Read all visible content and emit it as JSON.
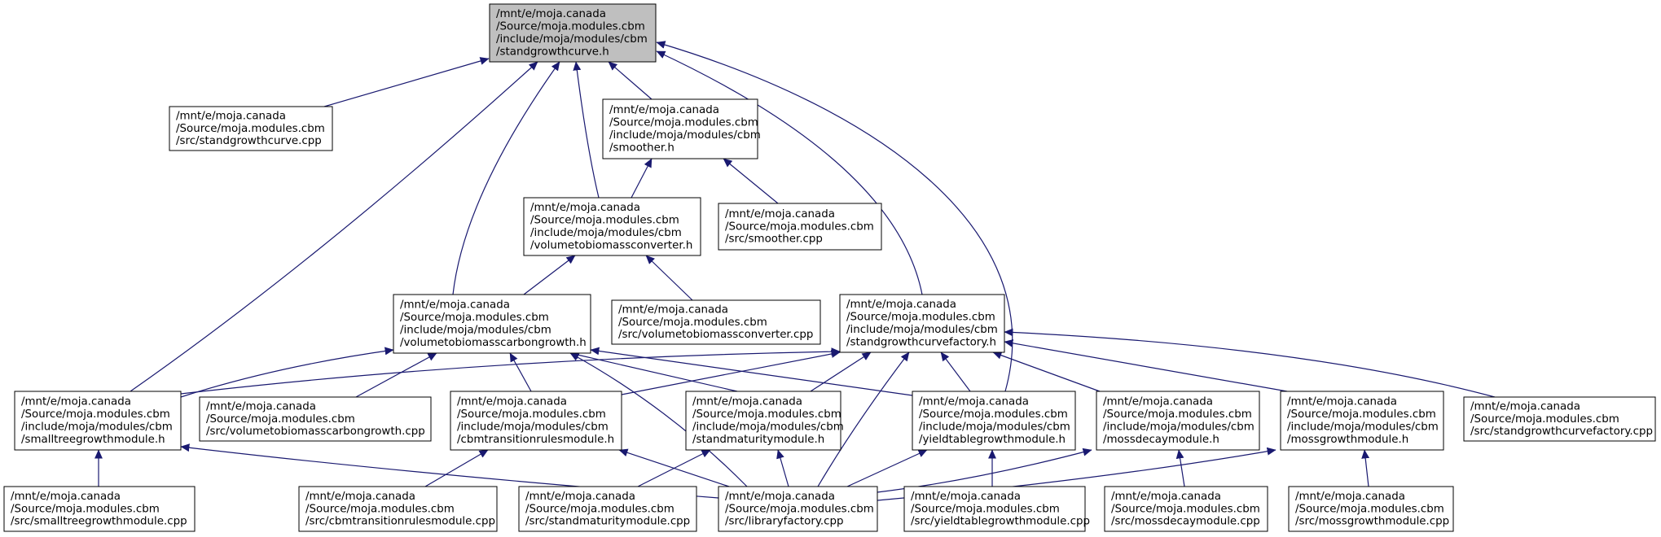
{
  "colors": {
    "edge": "#191970",
    "node_fill": "#ffffff",
    "highlight_fill": "#bfbfbf",
    "border": "#000000",
    "text": "#000000"
  },
  "nodes": [
    {
      "id": "standgrowthcurve_h",
      "highlight": true,
      "lines": [
        "/mnt/e/moja.canada",
        "/Source/moja.modules.cbm",
        "/include/moja/modules/cbm",
        "/standgrowthcurve.h"
      ]
    },
    {
      "id": "standgrowthcurve_cpp",
      "lines": [
        "/mnt/e/moja.canada",
        "/Source/moja.modules.cbm",
        "/src/standgrowthcurve.cpp"
      ]
    },
    {
      "id": "smoother_h",
      "lines": [
        "/mnt/e/moja.canada",
        "/Source/moja.modules.cbm",
        "/include/moja/modules/cbm",
        "/smoother.h"
      ]
    },
    {
      "id": "volumetobiomassconverter_h",
      "lines": [
        "/mnt/e/moja.canada",
        "/Source/moja.modules.cbm",
        "/include/moja/modules/cbm",
        "/volumetobiomassconverter.h"
      ]
    },
    {
      "id": "smoother_cpp",
      "lines": [
        "/mnt/e/moja.canada",
        "/Source/moja.modules.cbm",
        "/src/smoother.cpp"
      ]
    },
    {
      "id": "volumetobiomasscarbongrowth_h",
      "lines": [
        "/mnt/e/moja.canada",
        "/Source/moja.modules.cbm",
        "/include/moja/modules/cbm",
        "/volumetobiomasscarbongrowth.h"
      ]
    },
    {
      "id": "volumetobiomassconverter_cpp",
      "lines": [
        "/mnt/e/moja.canada",
        "/Source/moja.modules.cbm",
        "/src/volumetobiomassconverter.cpp"
      ]
    },
    {
      "id": "standgrowthcurvefactory_h",
      "lines": [
        "/mnt/e/moja.canada",
        "/Source/moja.modules.cbm",
        "/include/moja/modules/cbm",
        "/standgrowthcurvefactory.h"
      ]
    },
    {
      "id": "smalltreegrowthmodule_h",
      "lines": [
        "/mnt/e/moja.canada",
        "/Source/moja.modules.cbm",
        "/include/moja/modules/cbm",
        "/smalltreegrowthmodule.h"
      ]
    },
    {
      "id": "volumetobiomasscarbongrowth_cpp",
      "lines": [
        "/mnt/e/moja.canada",
        "/Source/moja.modules.cbm",
        "/src/volumetobiomasscarbongrowth.cpp"
      ]
    },
    {
      "id": "cbmtransitionrulesmodule_h",
      "lines": [
        "/mnt/e/moja.canada",
        "/Source/moja.modules.cbm",
        "/include/moja/modules/cbm",
        "/cbmtransitionrulesmodule.h"
      ]
    },
    {
      "id": "standmaturitymodule_h",
      "lines": [
        "/mnt/e/moja.canada",
        "/Source/moja.modules.cbm",
        "/include/moja/modules/cbm",
        "/standmaturitymodule.h"
      ]
    },
    {
      "id": "yieldtablegrowthmodule_h",
      "lines": [
        "/mnt/e/moja.canada",
        "/Source/moja.modules.cbm",
        "/include/moja/modules/cbm",
        "/yieldtablegrowthmodule.h"
      ]
    },
    {
      "id": "mossdecaymodule_h",
      "lines": [
        "/mnt/e/moja.canada",
        "/Source/moja.modules.cbm",
        "/include/moja/modules/cbm",
        "/mossdecaymodule.h"
      ]
    },
    {
      "id": "mossgrowthmodule_h",
      "lines": [
        "/mnt/e/moja.canada",
        "/Source/moja.modules.cbm",
        "/include/moja/modules/cbm",
        "/mossgrowthmodule.h"
      ]
    },
    {
      "id": "standgrowthcurvefactory_cpp",
      "lines": [
        "/mnt/e/moja.canada",
        "/Source/moja.modules.cbm",
        "/src/standgrowthcurvefactory.cpp"
      ]
    },
    {
      "id": "smalltreegrowthmodule_cpp",
      "lines": [
        "/mnt/e/moja.canada",
        "/Source/moja.modules.cbm",
        "/src/smalltreegrowthmodule.cpp"
      ]
    },
    {
      "id": "cbmtransitionrulesmodule_cpp",
      "lines": [
        "/mnt/e/moja.canada",
        "/Source/moja.modules.cbm",
        "/src/cbmtransitionrulesmodule.cpp"
      ]
    },
    {
      "id": "standmaturitymodule_cpp",
      "lines": [
        "/mnt/e/moja.canada",
        "/Source/moja.modules.cbm",
        "/src/standmaturitymodule.cpp"
      ]
    },
    {
      "id": "libraryfactory_cpp",
      "lines": [
        "/mnt/e/moja.canada",
        "/Source/moja.modules.cbm",
        "/src/libraryfactory.cpp"
      ]
    },
    {
      "id": "yieldtablegrowthmodule_cpp",
      "lines": [
        "/mnt/e/moja.canada",
        "/Source/moja.modules.cbm",
        "/src/yieldtablegrowthmodule.cpp"
      ]
    },
    {
      "id": "mossdecaymodule_cpp",
      "lines": [
        "/mnt/e/moja.canada",
        "/Source/moja.modules.cbm",
        "/src/mossdecaymodule.cpp"
      ]
    },
    {
      "id": "mossgrowthmodule_cpp",
      "lines": [
        "/mnt/e/moja.canada",
        "/Source/moja.modules.cbm",
        "/src/mossgrowthmodule.cpp"
      ]
    }
  ],
  "edges": [
    {
      "from": "standgrowthcurve_cpp",
      "to": "standgrowthcurve_h"
    },
    {
      "from": "smoother_h",
      "to": "standgrowthcurve_h"
    },
    {
      "from": "volumetobiomassconverter_h",
      "to": "standgrowthcurve_h"
    },
    {
      "from": "volumetobiomasscarbongrowth_h",
      "to": "standgrowthcurve_h"
    },
    {
      "from": "smalltreegrowthmodule_h",
      "to": "standgrowthcurve_h"
    },
    {
      "from": "standgrowthcurvefactory_h",
      "to": "standgrowthcurve_h"
    },
    {
      "from": "yieldtablegrowthmodule_h",
      "to": "standgrowthcurve_h"
    },
    {
      "from": "volumetobiomassconverter_h",
      "to": "smoother_h"
    },
    {
      "from": "smoother_cpp",
      "to": "smoother_h"
    },
    {
      "from": "volumetobiomasscarbongrowth_h",
      "to": "volumetobiomassconverter_h"
    },
    {
      "from": "volumetobiomassconverter_cpp",
      "to": "volumetobiomassconverter_h"
    },
    {
      "from": "smalltreegrowthmodule_h",
      "to": "volumetobiomasscarbongrowth_h"
    },
    {
      "from": "volumetobiomasscarbongrowth_cpp",
      "to": "volumetobiomasscarbongrowth_h"
    },
    {
      "from": "cbmtransitionrulesmodule_h",
      "to": "volumetobiomasscarbongrowth_h"
    },
    {
      "from": "standmaturitymodule_h",
      "to": "volumetobiomasscarbongrowth_h"
    },
    {
      "from": "yieldtablegrowthmodule_h",
      "to": "volumetobiomasscarbongrowth_h"
    },
    {
      "from": "libraryfactory_cpp",
      "to": "volumetobiomasscarbongrowth_h"
    },
    {
      "from": "smalltreegrowthmodule_h",
      "to": "standgrowthcurvefactory_h"
    },
    {
      "from": "cbmtransitionrulesmodule_h",
      "to": "standgrowthcurvefactory_h"
    },
    {
      "from": "standmaturitymodule_h",
      "to": "standgrowthcurvefactory_h"
    },
    {
      "from": "yieldtablegrowthmodule_h",
      "to": "standgrowthcurvefactory_h"
    },
    {
      "from": "mossdecaymodule_h",
      "to": "standgrowthcurvefactory_h"
    },
    {
      "from": "mossgrowthmodule_h",
      "to": "standgrowthcurvefactory_h"
    },
    {
      "from": "standgrowthcurvefactory_cpp",
      "to": "standgrowthcurvefactory_h"
    },
    {
      "from": "libraryfactory_cpp",
      "to": "standgrowthcurvefactory_h"
    },
    {
      "from": "smalltreegrowthmodule_cpp",
      "to": "smalltreegrowthmodule_h"
    },
    {
      "from": "libraryfactory_cpp",
      "to": "smalltreegrowthmodule_h"
    },
    {
      "from": "cbmtransitionrulesmodule_cpp",
      "to": "cbmtransitionrulesmodule_h"
    },
    {
      "from": "libraryfactory_cpp",
      "to": "cbmtransitionrulesmodule_h"
    },
    {
      "from": "standmaturitymodule_cpp",
      "to": "standmaturitymodule_h"
    },
    {
      "from": "libraryfactory_cpp",
      "to": "standmaturitymodule_h"
    },
    {
      "from": "yieldtablegrowthmodule_cpp",
      "to": "yieldtablegrowthmodule_h"
    },
    {
      "from": "libraryfactory_cpp",
      "to": "yieldtablegrowthmodule_h"
    },
    {
      "from": "mossdecaymodule_cpp",
      "to": "mossdecaymodule_h"
    },
    {
      "from": "libraryfactory_cpp",
      "to": "mossdecaymodule_h"
    },
    {
      "from": "mossgrowthmodule_cpp",
      "to": "mossgrowthmodule_h"
    },
    {
      "from": "libraryfactory_cpp",
      "to": "mossgrowthmodule_h"
    }
  ]
}
